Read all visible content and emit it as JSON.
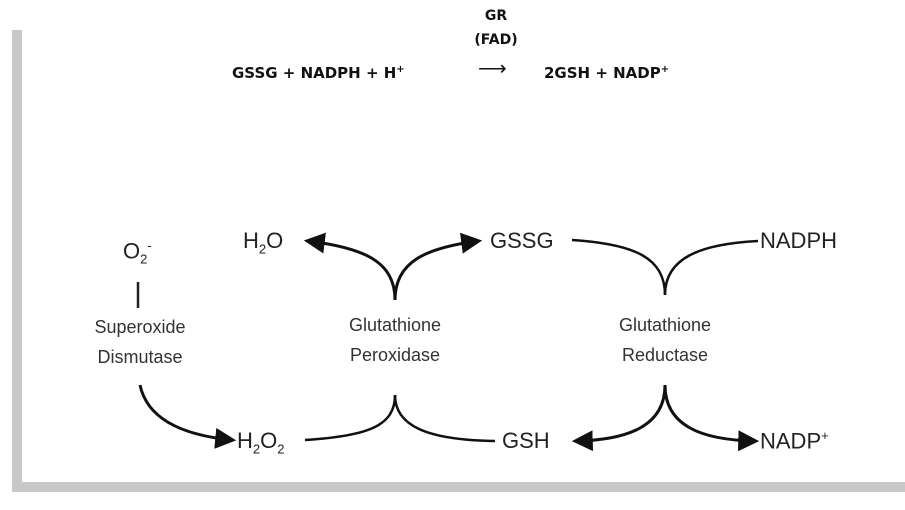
{
  "equation": {
    "left": "GSSG + NADPH + H",
    "left_sup": "+",
    "enzyme_line1": "GR",
    "enzyme_line2": "(FAD)",
    "arrow": "⟶",
    "right": "2GSH + NADP",
    "right_sup": "+"
  },
  "cycle": {
    "o2": "O",
    "o2_sub": "2",
    "o2_sup": "-",
    "sod_line1": "Superoxide",
    "sod_line2": "Dismutase",
    "h2o_h": "H",
    "h2o_sub": "2",
    "h2o_o": "O",
    "h2o2_h": "H",
    "h2o2_sub1": "2",
    "h2o2_o": "O",
    "h2o2_sub2": "2",
    "gpx_line1": "Glutathione",
    "gpx_line2": "Peroxidase",
    "gssg": "GSSG",
    "gsh": "GSH",
    "gr_line1": "Glutathione",
    "gr_line2": "Reductase",
    "nadph": "NADPH",
    "nadp": "NADP",
    "nadp_sup": "+"
  }
}
